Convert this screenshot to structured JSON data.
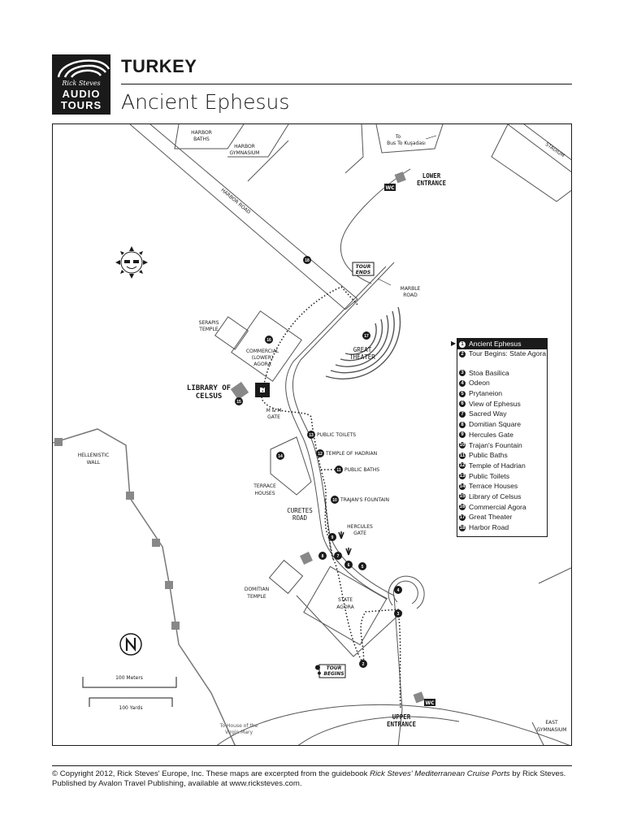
{
  "header": {
    "logo_lines": [
      "Rick Steves",
      "AUDIO",
      "TOURS"
    ],
    "country": "TURKEY",
    "title": "Ancient Ephesus"
  },
  "map": {
    "labels": {
      "harbor_baths": [
        "HARBOR",
        "BATHS"
      ],
      "harbor_gymnasium": [
        "HARBOR",
        "GYMNASIUM"
      ],
      "harbor_road": "HARBOR ROAD",
      "to_bus": [
        "To",
        "Bus To Kuşadası"
      ],
      "lower_entrance": [
        "LOWER",
        "ENTRANCE"
      ],
      "stadium": "STADIUM",
      "wc": "WC",
      "tour_ends": [
        "TOUR",
        "ENDS"
      ],
      "marble_road": [
        "MARBLE",
        "ROAD"
      ],
      "serapis_temple": [
        "SERAPIS",
        "TEMPLE"
      ],
      "commercial_agora": [
        "COMMERCIAL",
        "(LOWER)",
        "AGORA"
      ],
      "great_theater": [
        "GREAT",
        "THEATER"
      ],
      "library_of_celsus": [
        "LIBRARY OF",
        "CELSUS"
      ],
      "mm_gate": [
        "M & M",
        "GATE"
      ],
      "public_toilets": "PUBLIC TOILETS",
      "temple_of_hadrian": "TEMPLE OF HADRIAN",
      "public_baths": "PUBLIC BATHS",
      "hellenistic_wall": [
        "HELLENISTIC",
        "WALL"
      ],
      "terrace_houses": [
        "TERRACE",
        "HOUSES"
      ],
      "trajans_fountain": "TRAJAN'S FOUNTAIN",
      "curetes_road": [
        "CURETES",
        "ROAD"
      ],
      "hercules_gate": [
        "HERCULES",
        "GATE"
      ],
      "domitian_temple": [
        "DOMITIAN",
        "TEMPLE"
      ],
      "state_agora": [
        "STATE",
        "AGORA"
      ],
      "tour_begins": [
        "TOUR",
        "BEGINS"
      ],
      "upper_entrance": [
        "UPPER",
        "ENTRANCE"
      ],
      "east_gymnasium": [
        "EAST",
        "GYMNASIUM"
      ],
      "to_house": [
        "To House of the",
        "Virgin Mary"
      ],
      "scale_meters": "100 Meters",
      "scale_yards": "100 Yards"
    },
    "legend": [
      {
        "num": "1",
        "label": "Ancient Ephesus",
        "active": true
      },
      {
        "num": "2",
        "label": "Tour Begins: State Agora"
      },
      {
        "num": "3",
        "label": "Stoa Basilica"
      },
      {
        "num": "4",
        "label": "Odeon"
      },
      {
        "num": "5",
        "label": "Prytaneion"
      },
      {
        "num": "6",
        "label": "View of Ephesus"
      },
      {
        "num": "7",
        "label": "Sacred Way"
      },
      {
        "num": "8",
        "label": "Domitian Square"
      },
      {
        "num": "9",
        "label": "Hercules Gate"
      },
      {
        "num": "10",
        "label": "Trajan's Fountain"
      },
      {
        "num": "11",
        "label": "Public Baths"
      },
      {
        "num": "12",
        "label": "Temple of Hadrian"
      },
      {
        "num": "13",
        "label": "Public Toilets"
      },
      {
        "num": "14",
        "label": "Terrace Houses"
      },
      {
        "num": "15",
        "label": "Library of Celsus"
      },
      {
        "num": "16",
        "label": "Commercial Agora"
      },
      {
        "num": "17",
        "label": "Great Theater"
      },
      {
        "num": "18",
        "label": "Harbor Road"
      }
    ]
  },
  "footer": {
    "text_before": "© Copyright 2012, Rick Steves' Europe, Inc. These maps are excerpted from the guidebook ",
    "book_title": "Rick Steves' Mediterranean Cruise Ports",
    "text_after": " by Rick Steves. Published by Avalon Travel Publishing, available at www.ricksteves.com."
  }
}
